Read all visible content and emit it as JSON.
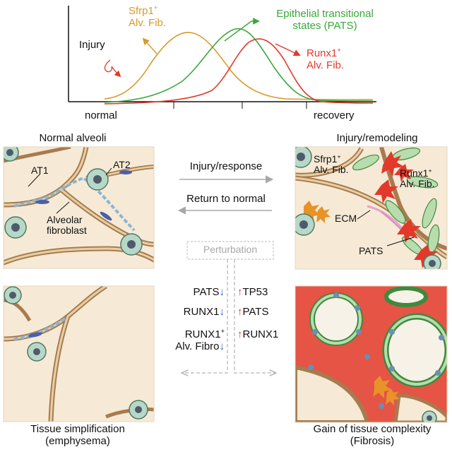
{
  "curve_panel": {
    "injury_label": "Injury",
    "sfrp1": {
      "name": "Sfrp1",
      "sup": "+",
      "line2": "Alv. Fib."
    },
    "pats": {
      "line1": "Epithelial transitional",
      "line2": "states (PATS)"
    },
    "runx1": {
      "name": "Runx1",
      "sup": "+",
      "line2": "Alv. Fib."
    },
    "x_left": "normal",
    "x_right": "recovery"
  },
  "panels": {
    "normal_title": "Normal alveoli",
    "injury_title": "Injury/remodeling",
    "at1": "AT1",
    "at2": "AT2",
    "alv_fib": {
      "line1": "Alveolar",
      "line2": "fibroblast"
    },
    "sfrp1": {
      "name": "Sfrp1",
      "sup": "+",
      "line2": "Alv. Fib."
    },
    "runx1": {
      "name": "Runx1",
      "sup": "+",
      "line2": "Alv. Fib."
    },
    "ecm": "ECM",
    "pats": "PATS",
    "emphysema": {
      "line1": "Tissue simplification",
      "line2": "(emphysema)"
    },
    "fibrosis": {
      "line1": "Gain of tissue complexity",
      "line2": "(Fibrosis)"
    }
  },
  "middle": {
    "injury_response": "Injury/response",
    "return_normal": "Return to normal",
    "perturbation": "Perturbation",
    "left": [
      {
        "text": "PATS",
        "arrow": "↓"
      },
      {
        "text": "RUNX1",
        "arrow": "↓"
      },
      {
        "text": "RUNX1",
        "sup": "+",
        "line2": "Alv. Fibro",
        "arrow": "↓"
      }
    ],
    "right": [
      {
        "arrow": "↑",
        "text": "TP53"
      },
      {
        "arrow": "↑",
        "text": "PATS"
      },
      {
        "arrow": "↑",
        "text": "RUNX1"
      }
    ]
  },
  "colors": {
    "sfrp1": "#d89a2a",
    "pats": "#3aa83a",
    "runx1": "#e2392b",
    "arrow_gray": "#a8a8a8",
    "down_arrow": "#1d5fd6",
    "up_arrow": "#e2392b",
    "tissue_bg": "#f6ead6",
    "membrane": "#a87b4f"
  }
}
